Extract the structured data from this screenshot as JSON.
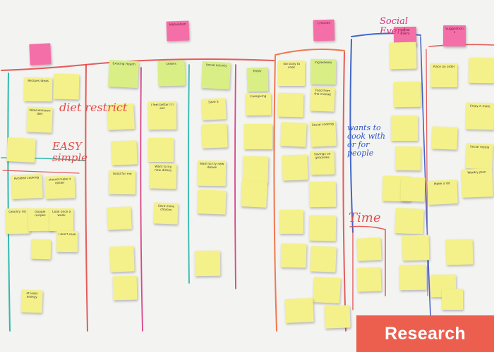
{
  "colors": {
    "wall": "#f3f3f1",
    "note_yellow": "#f4f18a",
    "note_green": "#d9ef86",
    "note_pink": "#f46fa7",
    "marker_red": "#e34a4a",
    "marker_teal": "#1bb3a6",
    "marker_magenta": "#d8327d",
    "marker_orange": "#ef6a3c",
    "marker_blue": "#2f56c7",
    "banner": "#ec5e4d"
  },
  "handwriting": {
    "diet_restrict": "diet restrict",
    "easy_simple": "EASY simple",
    "wants_to_cook": "wants to cook with or for people",
    "time": "Time",
    "social_event": "Social Event"
  },
  "notes": {
    "c1_1": "Recipes Ideas",
    "c1_3": "fake/unknown diet",
    "c1_5": "Avoided cooking",
    "c1_6": "should make it easier",
    "c1_7": "Grocery list",
    "c1_8": "Google recipes",
    "c1_9": "Cook once a week",
    "c1_10": "I don't cook",
    "c1_12": "at least energy",
    "c2_0": "Motivation",
    "c2_1": "Existing Health",
    "c2_4": "Others",
    "c2_5": "I feel better if I eat",
    "c2_7": "Good for me",
    "c2_8": "Want to try new dishes",
    "c2_9": "Save more choices",
    "c2_10": "Social activity",
    "c2_11": "Save $",
    "c2_13": "Enjoy",
    "c2_14": "Caregiving",
    "c2_16": "Want to try new dishes",
    "c3_0": "Choices",
    "c3_1": "Too busy to cook",
    "c3_2": "Ingredients",
    "c3_4": "Food from the market",
    "c3_6": "Social cooking",
    "c3_8": "Savings on groceries",
    "c4_0": "Social Event",
    "c5_0": "Suggestions",
    "c5_1": "Place an order",
    "c5_3": "Enjoy it more",
    "c5_5": "Social media",
    "c5_6": "Make a list",
    "c5_7": "Weekly plan"
  },
  "banner_label": "Research"
}
